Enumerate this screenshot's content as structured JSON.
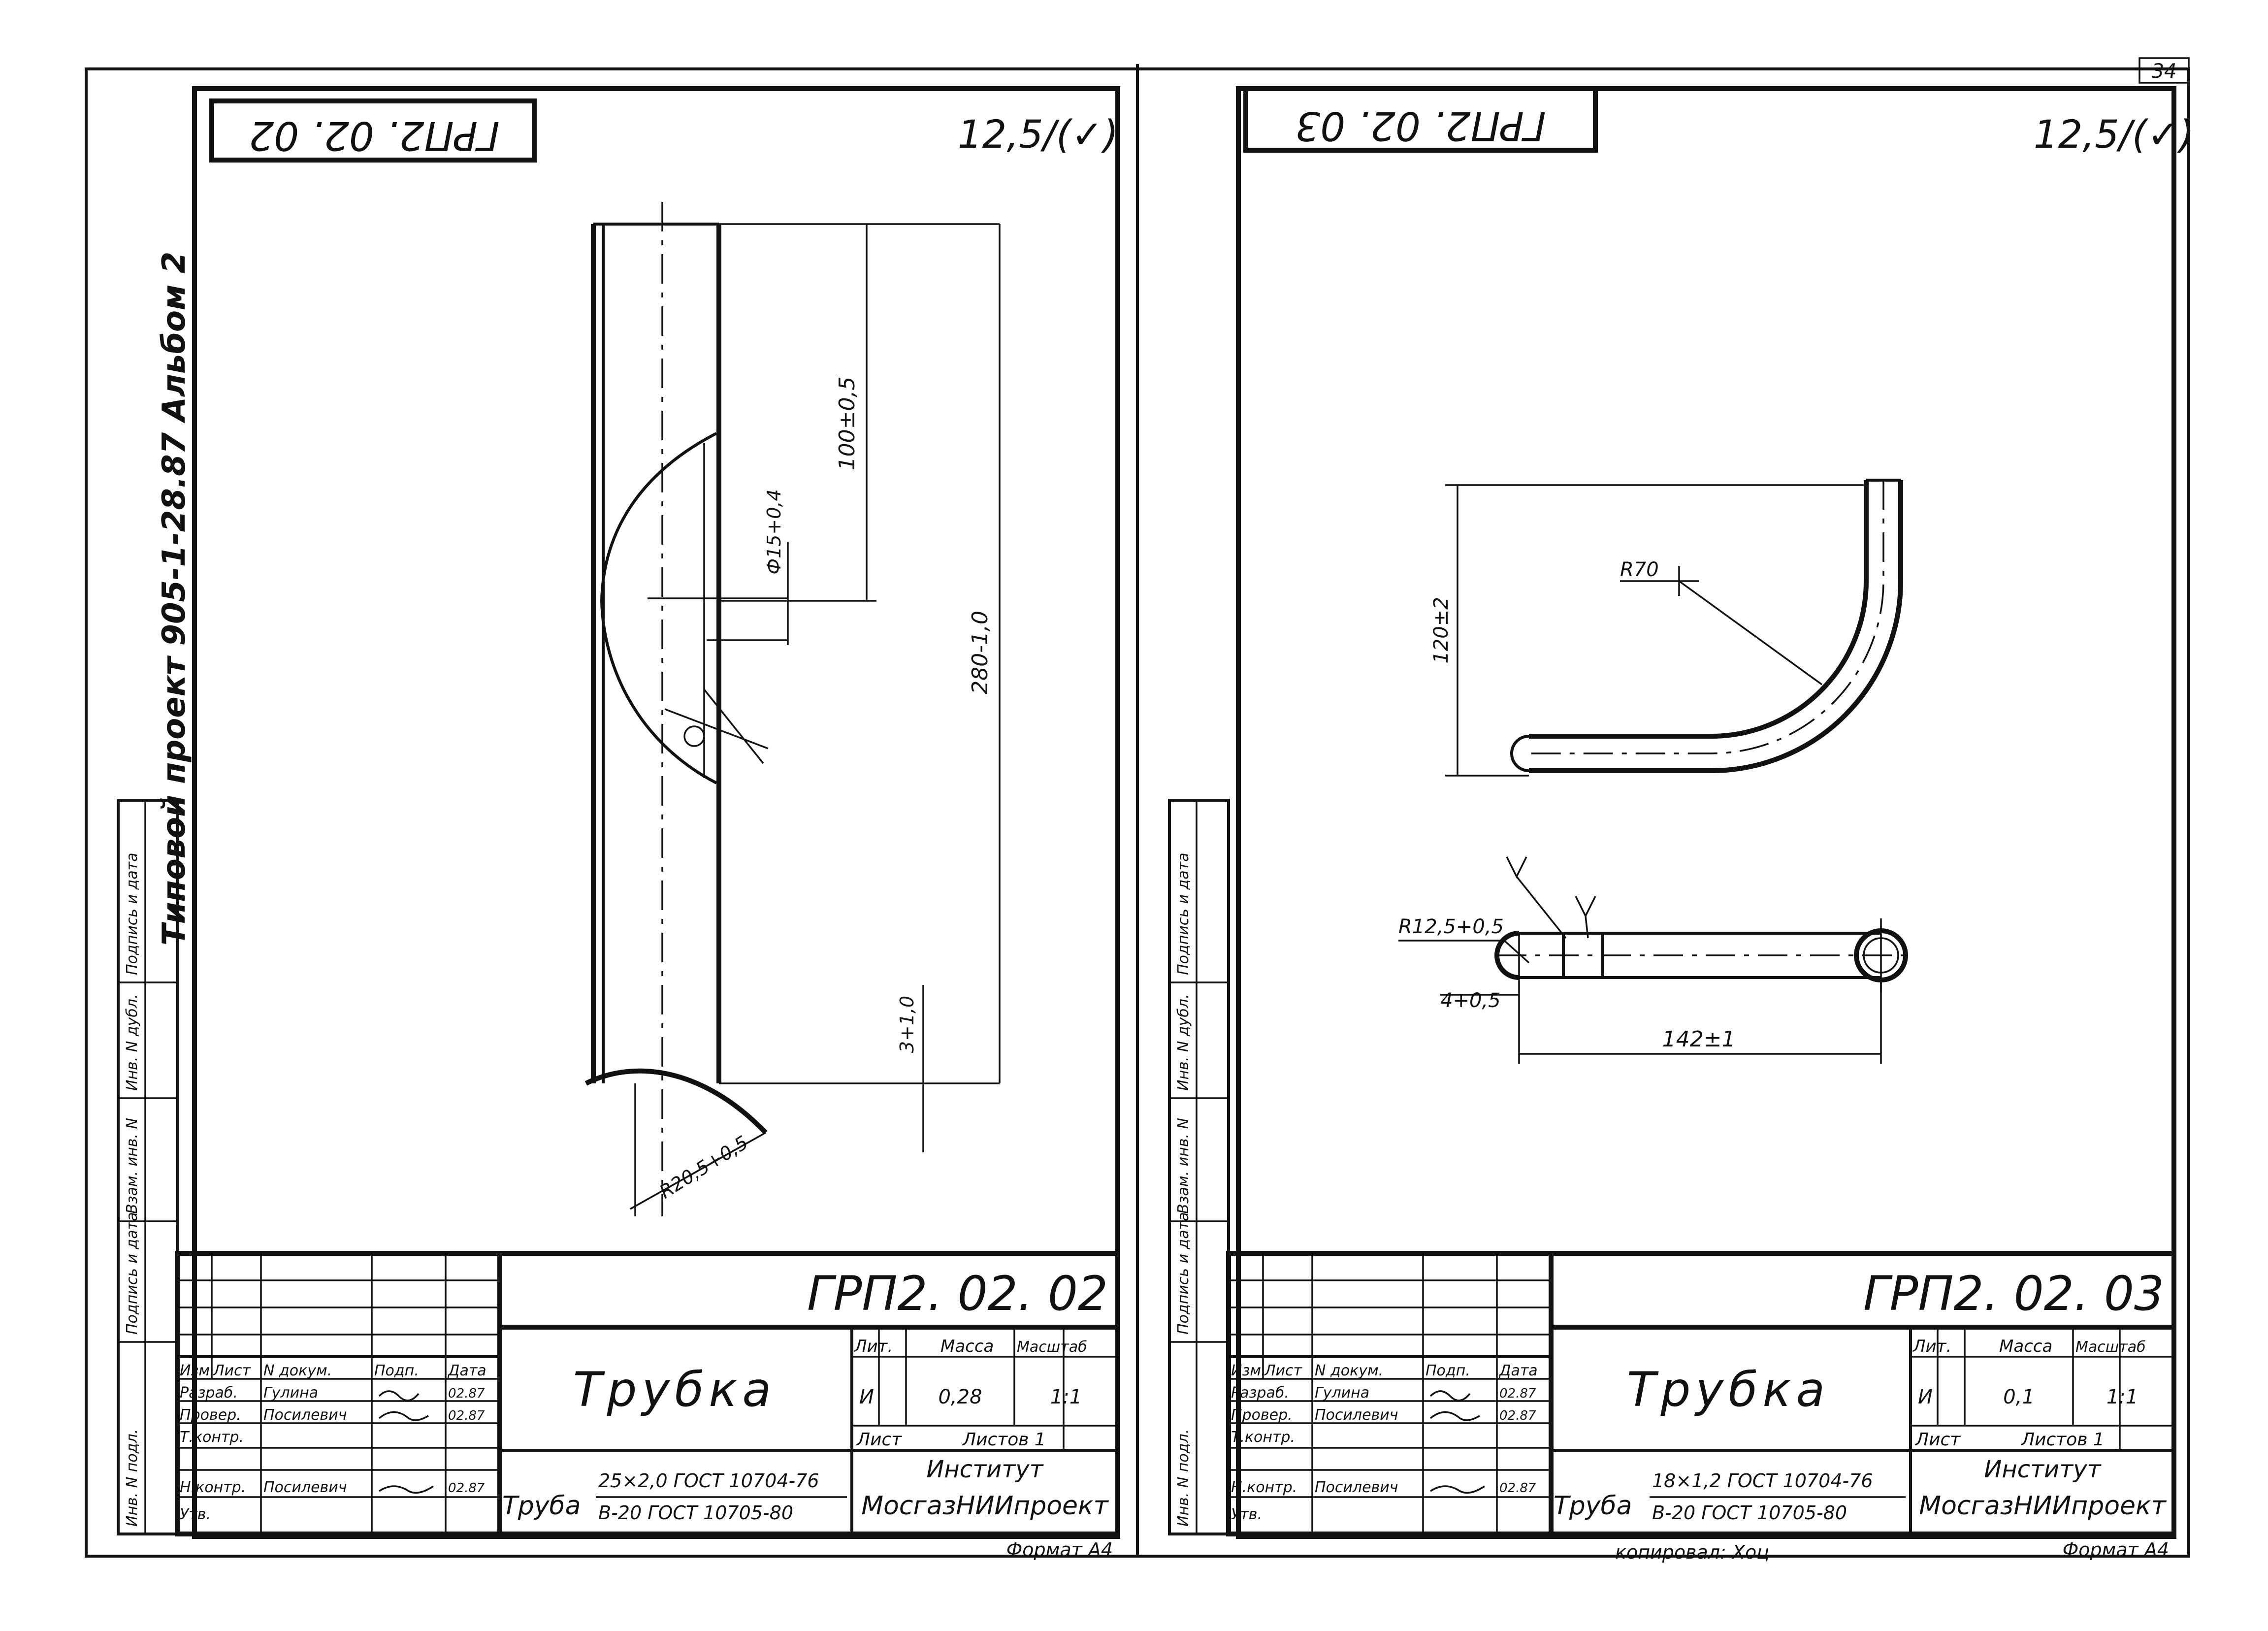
{
  "page_number": "34",
  "album": "Типовой проект 905-1-28.87 Альбом 2",
  "side_labels": [
    "Инв. N подл.",
    "Подпись и дата",
    "Взам. инв. N",
    "Инв. N дубл.",
    "Подпись и дата"
  ],
  "sheets": [
    {
      "mirrored_code": "ГРП2. 02. 02",
      "roughness": "12,5/(✓)",
      "dims": {
        "a": "100±0,5",
        "b": "280-1,0",
        "c": "Ф15+0,4",
        "d": "3+1,0",
        "e": "R20,5+0,5"
      },
      "title_block": {
        "code": "ГРП2. 02. 02",
        "title": "Трубка",
        "header_labels": [
          "Изм.",
          "Лист",
          "N докум.",
          "Подп.",
          "Дата"
        ],
        "people": [
          {
            "role": "Разраб.",
            "name": "Гулина",
            "date": "02.87"
          },
          {
            "role": "Провер.",
            "name": "Посилевич",
            "date": "02.87"
          },
          {
            "role": "Т.контр.",
            "name": "",
            "date": ""
          },
          {
            "role": "Н.контр.",
            "name": "Посилевич",
            "date": "02.87"
          },
          {
            "role": "Утв.",
            "name": "",
            "date": ""
          }
        ],
        "col_lit": "Лит.",
        "col_mass": "Масса",
        "col_scale": "Масштаб",
        "lit": "И",
        "mass": "0,28",
        "scale": "1:1",
        "sheet_label": "Лист",
        "sheets_label": "Листов 1",
        "material_word": "Труба",
        "material_top": "25×2,0 ГОСТ 10704-76",
        "material_bottom": "В-20 ГОСТ 10705-80",
        "org_1": "Институт",
        "org_2": "МосгазНИИпроект",
        "format": "Формат А4"
      }
    },
    {
      "mirrored_code": "ГРП2. 02. 03",
      "roughness": "12,5/(✓)",
      "dims": {
        "a": "120±2",
        "b": "R70",
        "c": "R12,5+0,5",
        "d": "4+0,5",
        "e": "142±1"
      },
      "title_block": {
        "code": "ГРП2. 02. 03",
        "title": "Трубка",
        "header_labels": [
          "Изм.",
          "Лист",
          "N докум.",
          "Подп.",
          "Дата"
        ],
        "people": [
          {
            "role": "Разраб.",
            "name": "Гулина",
            "date": "02.87"
          },
          {
            "role": "Провер.",
            "name": "Посилевич",
            "date": "02.87"
          },
          {
            "role": "Т.контр.",
            "name": "",
            "date": ""
          },
          {
            "role": "Н.контр.",
            "name": "Посилевич",
            "date": "02.87"
          },
          {
            "role": "Утв.",
            "name": "",
            "date": ""
          }
        ],
        "col_lit": "Лит.",
        "col_mass": "Масса",
        "col_scale": "Масштаб",
        "lit": "И",
        "mass": "0,1",
        "scale": "1:1",
        "sheet_label": "Лист",
        "sheets_label": "Листов 1",
        "material_word": "Труба",
        "material_top": "18×1,2 ГОСТ 10704-76",
        "material_bottom": "В-20 ГОСТ 10705-80",
        "org_1": "Институт",
        "org_2": "МосгазНИИпроект",
        "format": "Формат А4"
      }
    }
  ],
  "copier_note": "копировал: Хоц"
}
